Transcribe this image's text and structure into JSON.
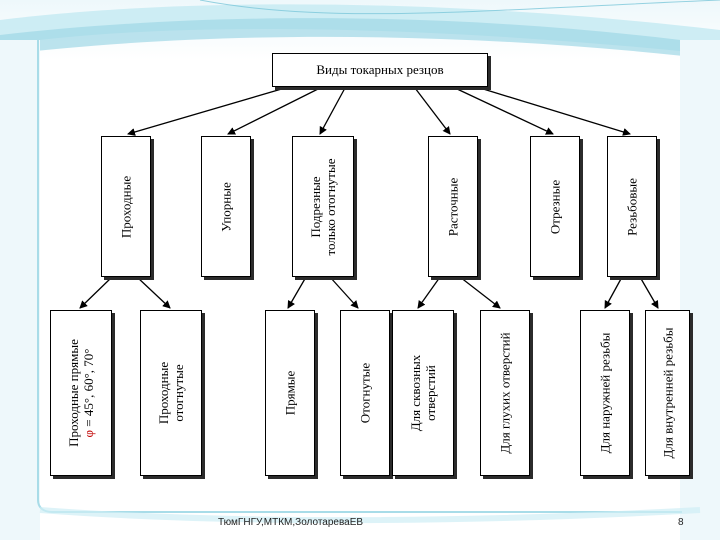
{
  "root": {
    "label": "Виды токарных резцов"
  },
  "level1": [
    {
      "label": "Проходные"
    },
    {
      "label": "Упорные"
    },
    {
      "lines": [
        "Подрезные",
        "только отогнутые"
      ]
    },
    {
      "label": "Расточные"
    },
    {
      "label": "Отрезные"
    },
    {
      "label": "Резьбовые"
    }
  ],
  "level2": [
    {
      "line1": "Проходные прямые",
      "line2_phi": "φ",
      "line2_rest": " = 45°, 60°, 70°"
    },
    {
      "lines": [
        "Проходные",
        "отогнутые"
      ]
    },
    {
      "label": "Прямые"
    },
    {
      "label": "Отогнутые"
    },
    {
      "lines": [
        "Для сквозных",
        "отверстий"
      ]
    },
    {
      "label": "Для глухих отверстий"
    },
    {
      "label": "Для наружней резьбы"
    },
    {
      "label": "Для внутренней резьбы"
    }
  ],
  "footer": {
    "text": "ТюмГНГУ,МТКМ,ЗолотареваЕВ",
    "page_number": "8"
  },
  "colors": {
    "accent": "#c00000",
    "frame_top": "#9bd6e4",
    "frame_side": "#c5e8f0"
  }
}
